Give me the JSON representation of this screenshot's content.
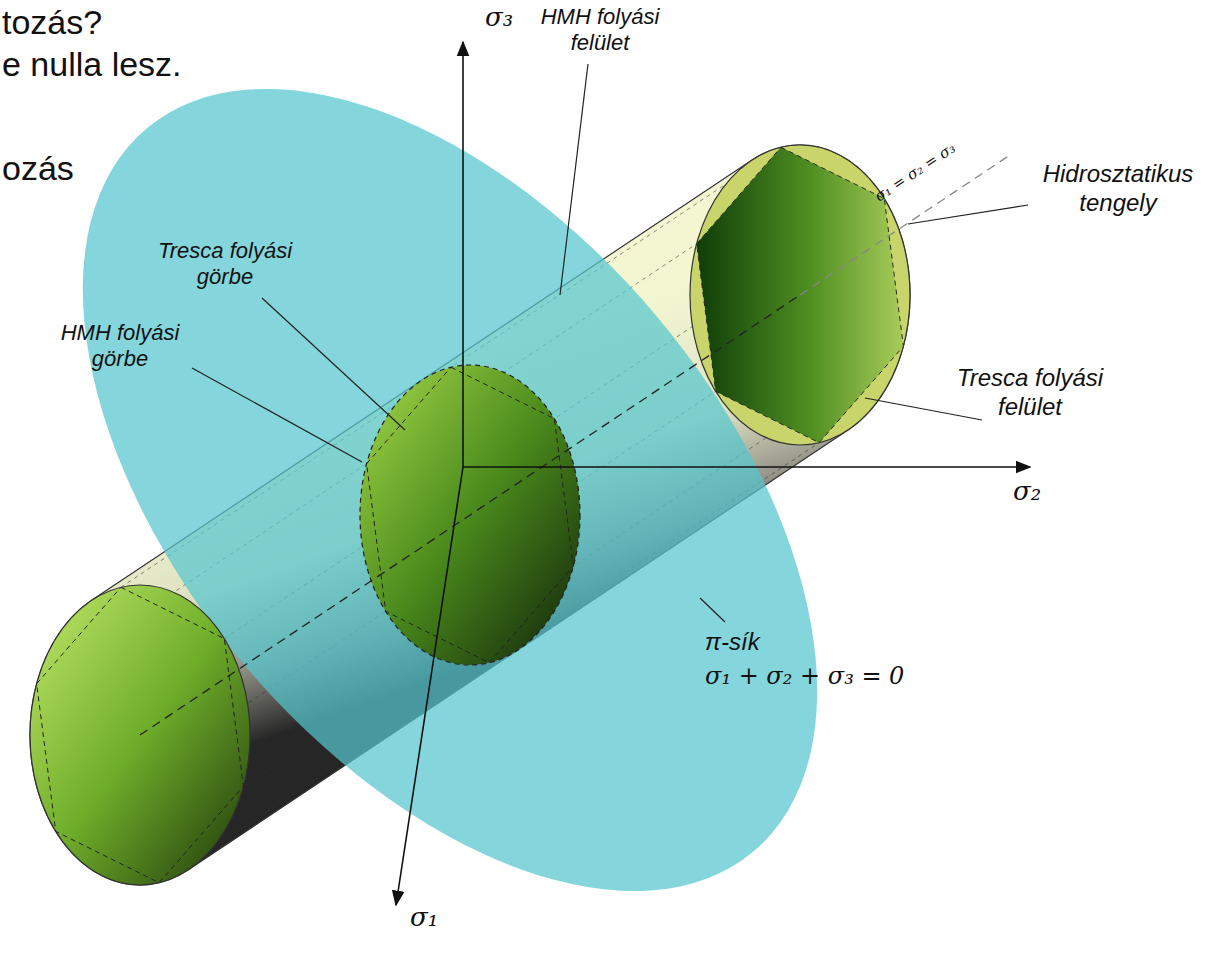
{
  "diagram": {
    "labels": [
      "tozás?",
      "e nulla lesz.",
      "ozás",
      "σ₃",
      "HMH folyási felület",
      "σ₁ = σ₂ = σ₃",
      "Hidrosztatikus tengely",
      "Tresca folyási görbe",
      "HMH folyási görbe",
      "Tresca folyási felület",
      "σ₂",
      "π-sík",
      "σ₁ + σ₂ + σ₃ = 0",
      "σ₁"
    ]
  }
}
